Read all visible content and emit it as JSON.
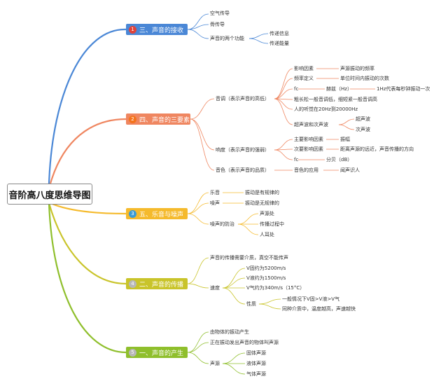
{
  "root": {
    "title": "音阶高八度思维导图"
  },
  "branches": {
    "reception": {
      "num": "1",
      "title": "三、声音的接收",
      "color": "#4a87d6",
      "air": "空气传导",
      "bone": "骨传导",
      "functions": "声音的两个功能",
      "info": "传递信息",
      "energy": "传递能量"
    },
    "elements": {
      "num": "2",
      "title": "四、声音的三要素",
      "color": "#ef8660",
      "pitch": "音调（表示声音的高低）",
      "pitch_factor": "影响因素",
      "pitch_factor_v": "声源振动的频率",
      "freq_def": "频率定义",
      "freq_def_v": "单位时间内振动的次数",
      "fc": "fc",
      "hertz": "赫兹（Hz）",
      "hz_desc": "1Hz代表每秒钟振动一次",
      "tone_rule": "粗长松一般音调低，细短紧一般音调高",
      "hearing": "人的听觉在20Hz到20000Hz",
      "ultra_infra": "超声波和次声波",
      "ultra": "超声波",
      "infra": "次声波",
      "loudness": "响度（表示声音的强弱）",
      "main_factor": "主要影响因素",
      "amplitude": "振幅",
      "minor_factor": "次要影响因素",
      "distance": "距离声源的远近，声音传播的方向",
      "fc2": "fc",
      "decibel": "分贝（dB）",
      "timbre": "音色（表示声音的品质）",
      "timbre_app": "音色的应用",
      "recognize": "闻声识人"
    },
    "music": {
      "num": "3",
      "title": "五、乐音与噪声",
      "color": "#f5ba2c",
      "musical": "乐音",
      "musical_v": "振动是有规律的",
      "noise": "噪声",
      "noise_v": "振动是无规律的",
      "control": "噪声的防治",
      "at_source": "声源处",
      "in_path": "传播过程中",
      "at_ear": "人耳处"
    },
    "propagation": {
      "num": "4",
      "title": "二、声音的传播",
      "color": "#c9c42a",
      "medium": "声音的传播需要介质，真空不能传声",
      "speed": "速度",
      "solid": "V固约为5200m/s",
      "liquid": "V液约为1500m/s",
      "gas": "V气约为340m/s（15°C）",
      "nature": "性质",
      "order": "一般情况下V固>V液>V气",
      "temp": "同种介质中，温度越高，声速越快"
    },
    "production": {
      "num": "5",
      "title": "一、声音的产生",
      "color": "#8fbf2c",
      "vibration": "由物体的振动产生",
      "source_def": "正在振动发出声音的物体叫声源",
      "sources": "声源",
      "solid_src": "固体声源",
      "liquid_src": "液体声源",
      "gas_src": "气体声源"
    }
  }
}
